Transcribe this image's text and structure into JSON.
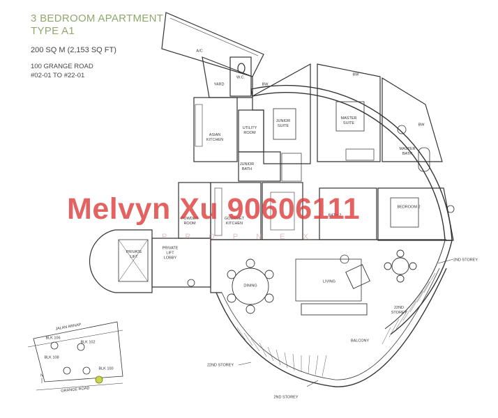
{
  "header": {
    "title_line1": "3 BEDROOM APARTMENT",
    "title_line2": "TYPE A1",
    "area": "200 SQ M (2,153 SQ FT)",
    "address_line1": "100 GRANGE ROAD",
    "address_line2": "#02-01 TO #22-01"
  },
  "rooms": {
    "ac": "A/C",
    "yard": "YARD",
    "wc": "W.C.",
    "bw1": "BW",
    "bw2": "BW",
    "bw3": "BW",
    "utility_room": "UTILITY\nROOM",
    "junior_suite": "JUNIOR\nSUITE",
    "master_suite": "MASTER\nSUITE",
    "master_bath": "MASTER\nBATH",
    "asian_kitchen": "ASIAN\nKITCHEN",
    "junior_bath": "JUNIOR\nBATH",
    "bedroom2": "BEDROOM 2",
    "bath2": "BATH 2",
    "powder_room": "POWDER\nROOM",
    "gourmet_kitchen": "GOURMET\nKITCHEN",
    "private_lift": "PRIVATE\nLIFT",
    "private_lift_lobby": "PRIVATE\nLIFT\nLOBBY",
    "dining": "DINING",
    "living": "LIVING",
    "balcony": "BALCONY",
    "storey_2nd_a": "2ND STOREY",
    "storey_22nd_a": "22ND\nSTOREY",
    "storey_22nd_b": "22ND STOREY",
    "storey_2nd_b": "2ND STOREY"
  },
  "site_plan": {
    "road_top": "JALAN ARNAP",
    "road_bottom": "GRANGE ROAD",
    "north": "N",
    "blocks": [
      "BLK 106",
      "BLK 102",
      "BLK 108",
      "BLK 100"
    ]
  },
  "watermark": {
    "main": "Melvyn Xu 90606111",
    "sub": "PROPNEX"
  },
  "colors": {
    "accent_title": "#8ea86a",
    "watermark": "#dc3c3c",
    "line": "#333333",
    "highlight_marker": "#c8d64a"
  }
}
